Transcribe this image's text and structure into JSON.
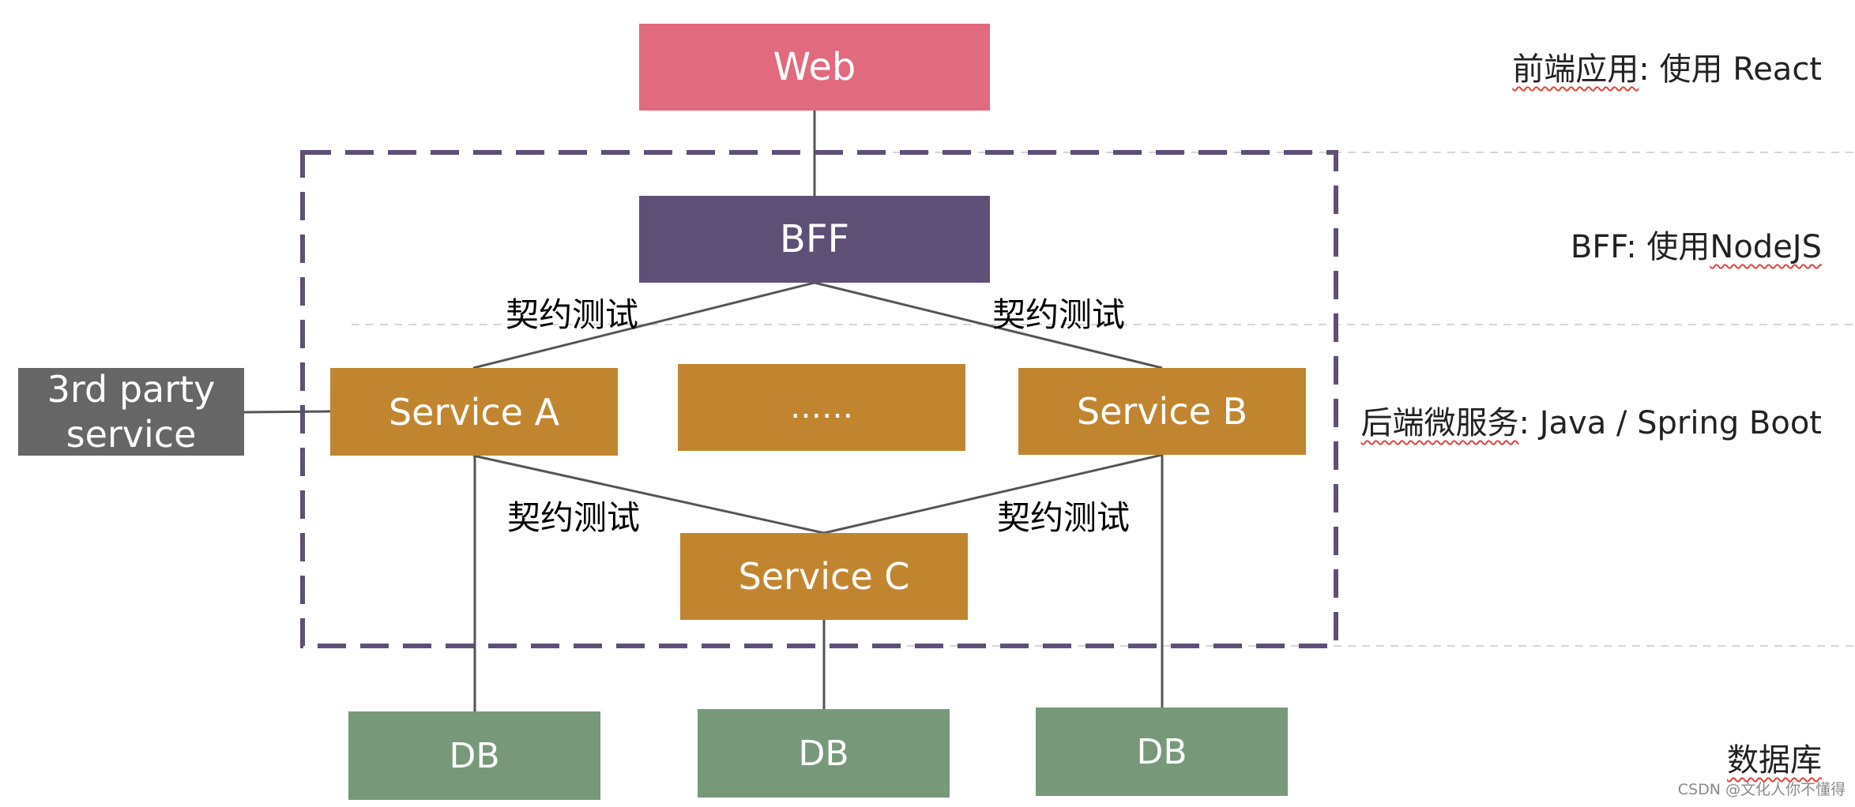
{
  "nodes": {
    "web": "Web",
    "bff": "BFF",
    "service_a": "Service A",
    "service_more": "……",
    "service_b": "Service B",
    "service_c": "Service C",
    "third_party": "3rd party service",
    "db_a": "DB",
    "db_c": "DB",
    "db_b": "DB"
  },
  "contract_test_label": "契约测试",
  "layers": {
    "frontend": {
      "prefix": "前端应用",
      "rest": ": 使用 React"
    },
    "bff": {
      "prefix": "BFF: 使用",
      "rest": "NodeJS"
    },
    "backend": {
      "prefix": "后端微服务",
      "rest": ": Java / Spring Boot"
    },
    "database": "数据库"
  },
  "watermark": "CSDN @文化人你不懂得",
  "colors": {
    "web": "#E26A7E",
    "bff": "#5E4F77",
    "service": "#C2852F",
    "third_party": "#666666",
    "db": "#77997A",
    "boundary": "#5E4F77",
    "connector": "#555555"
  }
}
